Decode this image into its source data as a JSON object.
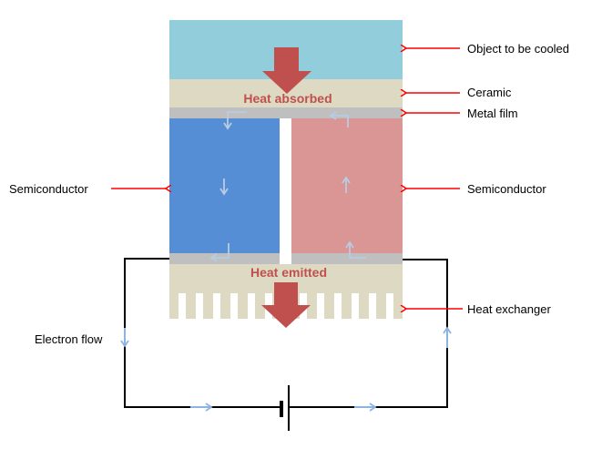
{
  "labels": {
    "object": "Object to be cooled",
    "ceramic": "Ceramic",
    "metal_film": "Metal film",
    "semiconductor_left": "Semiconductor",
    "semiconductor_right": "Semiconductor",
    "heat_exchanger": "Heat exchanger",
    "electron_flow": "Electron flow",
    "heat_absorbed": "Heat absorbed",
    "heat_emitted": "Heat emitted"
  },
  "colors": {
    "object": "#92cddc",
    "ceramic": "#ddd9c3",
    "metal": "#bfbfbf",
    "n_semiconductor": "#558ed5",
    "p_semiconductor": "#d99694",
    "heat_arrow": "#c0504d",
    "pointer": "#ff0000",
    "flow_arrow": "#8db3e2",
    "wire": "#000000"
  }
}
